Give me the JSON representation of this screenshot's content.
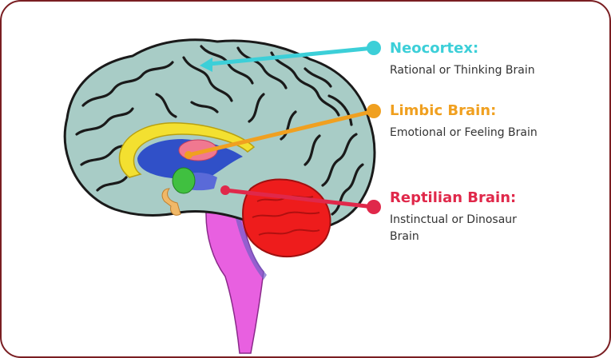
{
  "colors": {
    "frame": "#7a1e22",
    "cortex": "#a8ccc6",
    "cortex_line": "#1a1a1a",
    "neocortex": "#3ccfd8",
    "limbic": "#f0a020",
    "reptilian": "#e0284a",
    "corpus_callosum": "#f3e030",
    "ventricle": "#3050c8",
    "thalamus": "#f07890",
    "amygdala": "#40c040",
    "cerebellum": "#ee1c1c",
    "brainstem": "#e860e0",
    "text": "#333333"
  },
  "labels": [
    {
      "id": "neocortex",
      "title": "Neocortex:",
      "description": "Rational or Thinking Brain",
      "color": "#3ccfd8"
    },
    {
      "id": "limbic",
      "title": "Limbic Brain:",
      "description": "Emotional or Feeling Brain",
      "color": "#f0a020"
    },
    {
      "id": "reptilian",
      "title": "Reptilian Brain:",
      "description": "Instinctual or Dinosaur Brain",
      "color": "#e0284a"
    }
  ]
}
